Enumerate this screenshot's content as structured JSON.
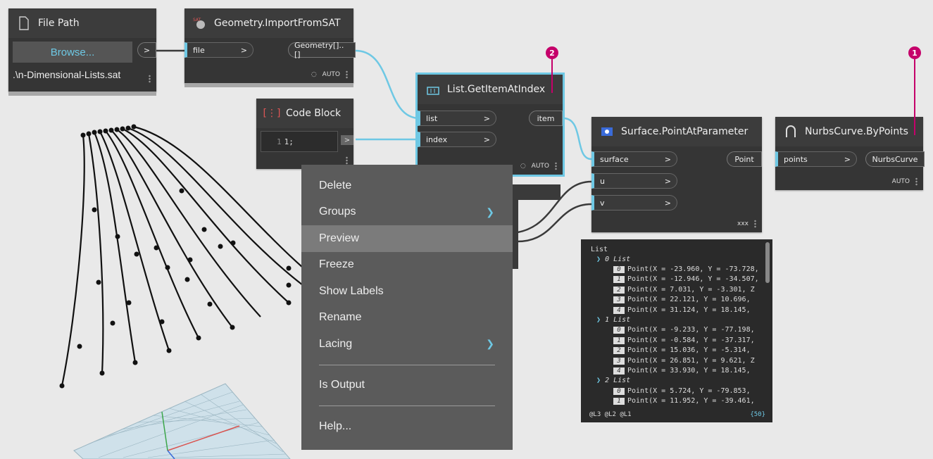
{
  "colors": {
    "wire": "#6ec8e4",
    "badge": "#c5006a",
    "canvas": "#e9e9e9",
    "node": "#353535"
  },
  "file_path_node": {
    "title": "File Path",
    "browse_label": "Browse...",
    "path_value": ".\\n-Dimensional-Lists.sat",
    "out_label": ">",
    "icon": "file-icon"
  },
  "import_node": {
    "title": "Geometry.ImportFromSAT",
    "in_port": "file",
    "out_port": "Geometry[]..[]",
    "mode": "AUTO",
    "icon": "sat-icon"
  },
  "code_block_node": {
    "title": "Code Block",
    "line_no": "1",
    "code": "1;",
    "out_label": ">",
    "icon": "code-block-icon"
  },
  "get_item_node": {
    "title": "List.GetItemAtIndex",
    "ports_in": [
      "list",
      "index"
    ],
    "out_port": "item",
    "mode": "AUTO",
    "icon": "list-icon",
    "badge": "2"
  },
  "surface_node": {
    "title": "Surface.PointAtParameter",
    "ports_in": [
      "surface",
      "u",
      "v"
    ],
    "out_port": "Point",
    "mode": "xxx",
    "icon": "surface-icon"
  },
  "nurbs_node": {
    "title": "NurbsCurve.ByPoints",
    "ports_in": [
      "points"
    ],
    "out_port": "NurbsCurve",
    "mode": "AUTO",
    "icon": "nurbs-icon",
    "badge": "1"
  },
  "context_menu": {
    "items": [
      {
        "label": "Delete",
        "submenu": false
      },
      {
        "label": "Groups",
        "submenu": true
      },
      {
        "label": "Preview",
        "submenu": false,
        "highlighted": true
      },
      {
        "label": "Freeze",
        "submenu": false
      },
      {
        "label": "Show Labels",
        "submenu": false
      },
      {
        "label": "Rename",
        "submenu": false
      },
      {
        "label": "Lacing",
        "submenu": true
      }
    ],
    "items2": [
      {
        "label": "Is Output"
      }
    ],
    "items3": [
      {
        "label": "Help..."
      }
    ]
  },
  "watch": {
    "root": "List",
    "groups": [
      {
        "label": "0 List",
        "rows": [
          {
            "i": "0",
            "text": "Point(X = -23.960, Y = -73.728,"
          },
          {
            "i": "1",
            "text": "Point(X = -12.946, Y = -34.507,"
          },
          {
            "i": "2",
            "text": "Point(X = 7.031, Y = -3.301, Z"
          },
          {
            "i": "3",
            "text": "Point(X = 22.121, Y = 10.696,"
          },
          {
            "i": "4",
            "text": "Point(X = 31.124, Y = 18.145,"
          }
        ]
      },
      {
        "label": "1 List",
        "rows": [
          {
            "i": "0",
            "text": "Point(X = -9.233, Y = -77.198,"
          },
          {
            "i": "1",
            "text": "Point(X = -0.584, Y = -37.317,"
          },
          {
            "i": "2",
            "text": "Point(X = 15.036, Y = -5.314,"
          },
          {
            "i": "3",
            "text": "Point(X = 26.851, Y = 9.621, Z"
          },
          {
            "i": "4",
            "text": "Point(X = 33.930, Y = 18.145,"
          }
        ]
      },
      {
        "label": "2 List",
        "rows": [
          {
            "i": "0",
            "text": "Point(X = 5.724, Y = -79.853,"
          },
          {
            "i": "1",
            "text": "Point(X = 11.952, Y = -39.461,"
          }
        ]
      }
    ],
    "levels": "@L3 @L2 @L1",
    "count": "{50}"
  }
}
